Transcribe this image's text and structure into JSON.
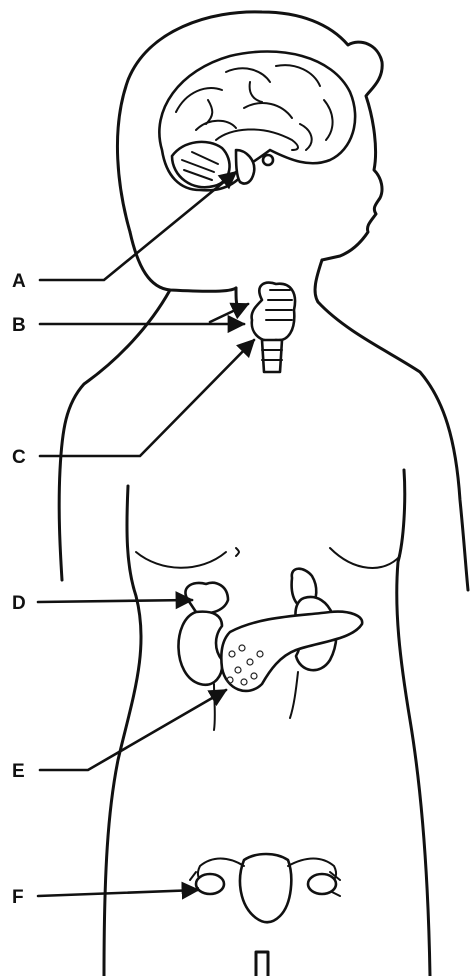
{
  "diagram": {
    "labels": {
      "a": "A",
      "b": "B",
      "c": "C",
      "d": "D",
      "e": "E",
      "f": "F"
    }
  }
}
